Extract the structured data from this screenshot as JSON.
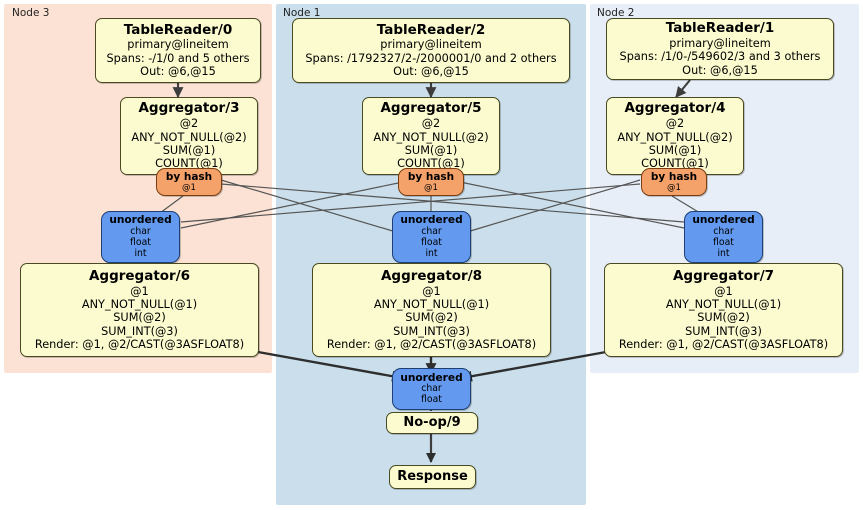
{
  "diagram": {
    "title": "Distributed query execution plan",
    "type": "flow-graph",
    "colors": {
      "node3_panel": "#fce2d5",
      "node1_panel": "#cadfeb",
      "node2_panel": "#e8eef7",
      "processor_fill": "#fbfbcf",
      "hash_router_fill": "#f4a26a",
      "unordered_sync_fill": "#639af0",
      "edge": "#4d4d4d"
    },
    "panels": [
      {
        "name": "node3",
        "label": "Node 3",
        "fill": "#fce2d5"
      },
      {
        "name": "node1",
        "label": "Node 1",
        "fill": "#cadfeb"
      },
      {
        "name": "node2",
        "label": "Node 2",
        "fill": "#e8eef7"
      }
    ],
    "nodes": {
      "table_reader_0": {
        "title": "TableReader/0",
        "lines": [
          "primary@lineitem",
          "Spans: -/1/0 and 5 others",
          "Out: @6,@15"
        ]
      },
      "table_reader_2": {
        "title": "TableReader/2",
        "lines": [
          "primary@lineitem",
          "Spans: /1792327/2-/2000001/0 and 2 others",
          "Out: @6,@15"
        ]
      },
      "table_reader_1": {
        "title": "TableReader/1",
        "lines": [
          "primary@lineitem",
          "Spans: /1/0-/549602/3 and 3 others",
          "Out: @6,@15"
        ]
      },
      "aggregator_3": {
        "title": "Aggregator/3",
        "lines": [
          "@2",
          "ANY_NOT_NULL(@2)",
          "SUM(@1)",
          "COUNT(@1)"
        ]
      },
      "aggregator_5": {
        "title": "Aggregator/5",
        "lines": [
          "@2",
          "ANY_NOT_NULL(@2)",
          "SUM(@1)",
          "COUNT(@1)"
        ]
      },
      "aggregator_4": {
        "title": "Aggregator/4",
        "lines": [
          "@2",
          "ANY_NOT_NULL(@2)",
          "SUM(@1)",
          "COUNT(@1)"
        ]
      },
      "by_hash_left": {
        "title": "by hash",
        "sub": "@1"
      },
      "by_hash_center": {
        "title": "by hash",
        "sub": "@1"
      },
      "by_hash_right": {
        "title": "by hash",
        "sub": "@1"
      },
      "unordered_left": {
        "title": "unordered",
        "types": [
          "char",
          "float",
          "int"
        ]
      },
      "unordered_center": {
        "title": "unordered",
        "types": [
          "char",
          "float",
          "int"
        ]
      },
      "unordered_right": {
        "title": "unordered",
        "types": [
          "char",
          "float",
          "int"
        ]
      },
      "aggregator_6": {
        "title": "Aggregator/6",
        "lines": [
          "@1",
          "ANY_NOT_NULL(@1)",
          "SUM(@2)",
          "SUM_INT(@3)",
          "Render: @1, @2/CAST(@3ASFLOAT8)"
        ]
      },
      "aggregator_8": {
        "title": "Aggregator/8",
        "lines": [
          "@1",
          "ANY_NOT_NULL(@1)",
          "SUM(@2)",
          "SUM_INT(@3)",
          "Render: @1, @2/CAST(@3ASFLOAT8)"
        ]
      },
      "aggregator_7": {
        "title": "Aggregator/7",
        "lines": [
          "@1",
          "ANY_NOT_NULL(@1)",
          "SUM(@2)",
          "SUM_INT(@3)",
          "Render: @1, @2/CAST(@3ASFLOAT8)"
        ]
      },
      "unordered_final": {
        "title": "unordered",
        "types": [
          "char",
          "float"
        ]
      },
      "noop_9": {
        "title": "No-op/9"
      },
      "response": {
        "title": "Response"
      }
    }
  }
}
